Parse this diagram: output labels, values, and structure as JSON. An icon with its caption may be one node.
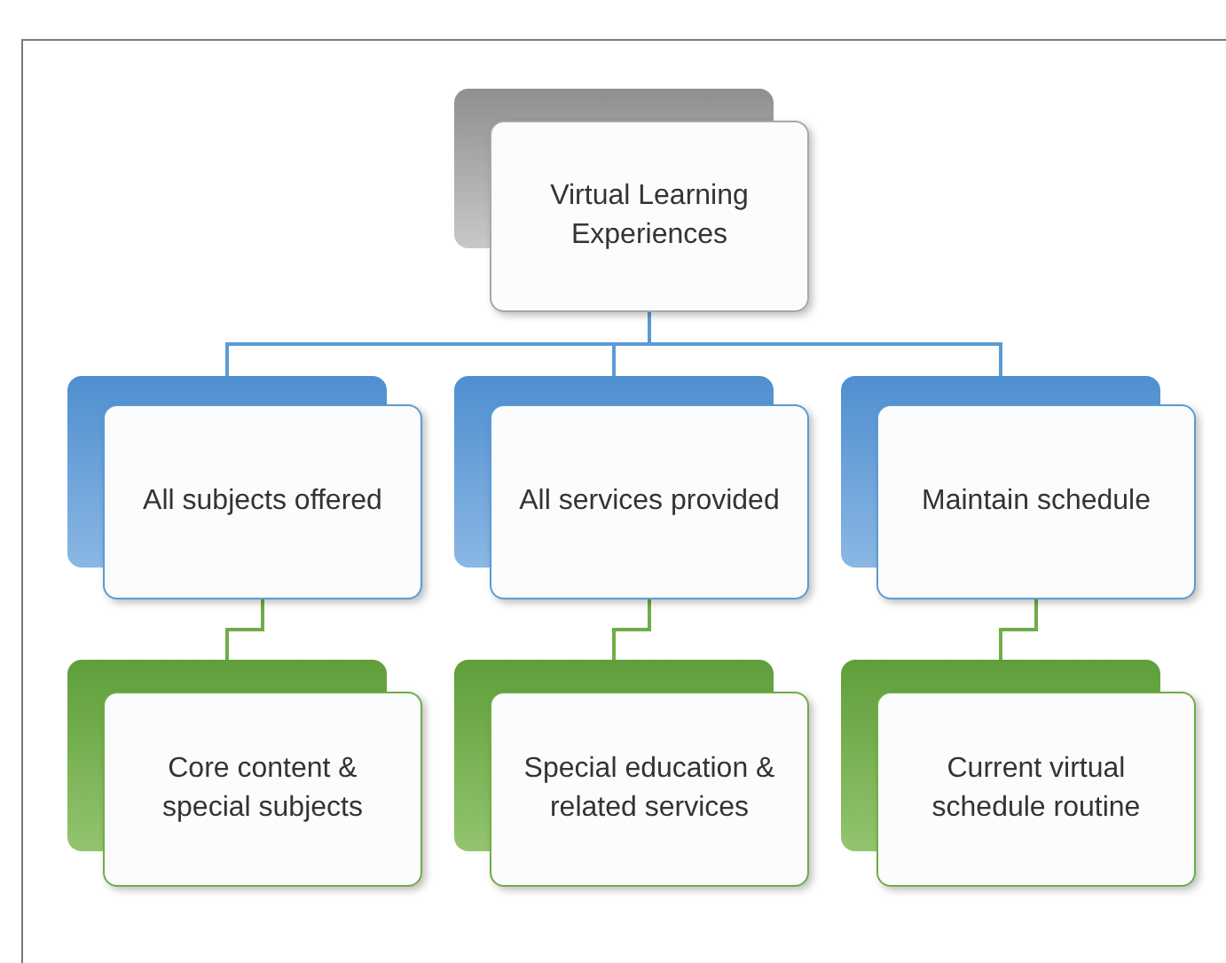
{
  "diagram": {
    "nodes": [
      {
        "text": [
          "Virtual Learning Experiences"
        ]
      },
      {
        "text": [
          "All subjects offered"
        ]
      },
      {
        "text": [
          "All services provided"
        ]
      },
      {
        "text": [
          "Maintain schedule"
        ]
      },
      {
        "text": [
          "Core content & special subjects"
        ]
      },
      {
        "text": [
          "Special education & related services"
        ]
      },
      {
        "text": [
          "Current virtual schedule routine"
        ]
      }
    ],
    "edges": [
      {
        "from": 0,
        "to": 1,
        "arrow": "none"
      },
      {
        "from": 0,
        "to": 2,
        "arrow": "none"
      },
      {
        "from": 0,
        "to": 3,
        "arrow": "none"
      },
      {
        "from": 1,
        "to": 4,
        "arrow": "none",
        "color": "#70ad47"
      },
      {
        "from": 2,
        "to": 5,
        "arrow": "none",
        "color": "#70ad47"
      },
      {
        "from": 3,
        "to": 6,
        "arrow": "none",
        "color": "#70ad47"
      }
    ]
  }
}
